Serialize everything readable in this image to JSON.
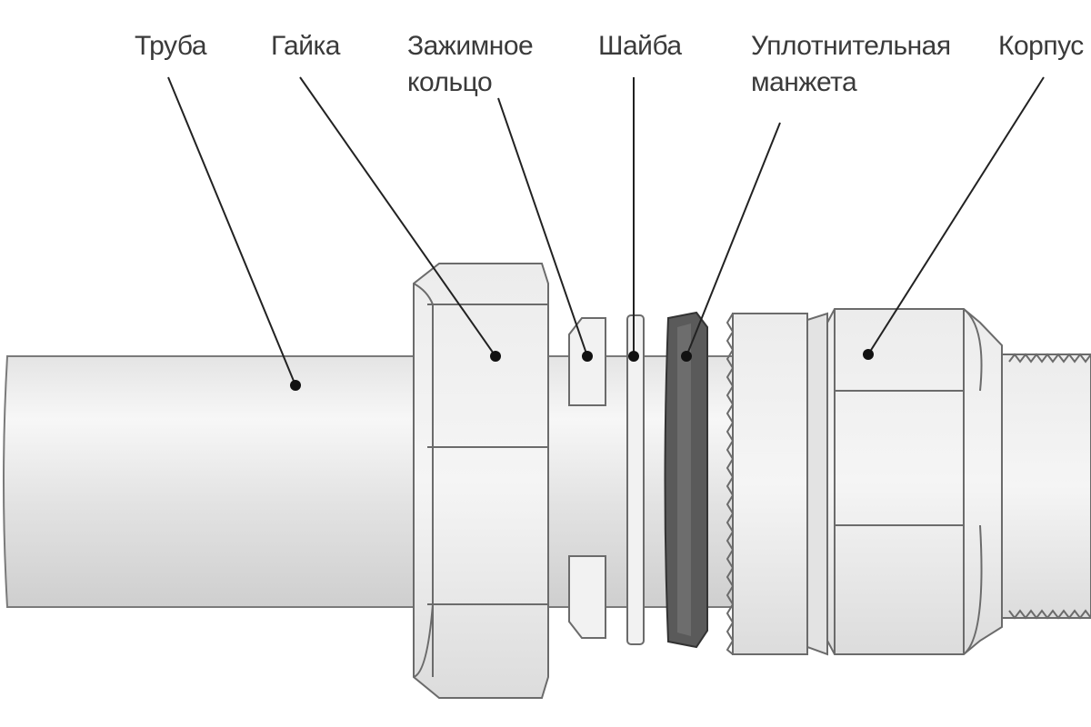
{
  "diagram": {
    "labels": {
      "pipe": "Труба",
      "nut": "Гайка",
      "clamp_ring_line1": "Зажимное",
      "clamp_ring_line2": "кольцо",
      "washer": "Шайба",
      "seal_line1": "Уплотнительная",
      "seal_line2": "манжета",
      "body": "Корпус"
    },
    "colors": {
      "outline": "#6b6b6b",
      "part_fill": "#e6e6e6",
      "seal": "#5a5a5a",
      "leader": "#222222",
      "text": "#3a3a3a"
    }
  }
}
